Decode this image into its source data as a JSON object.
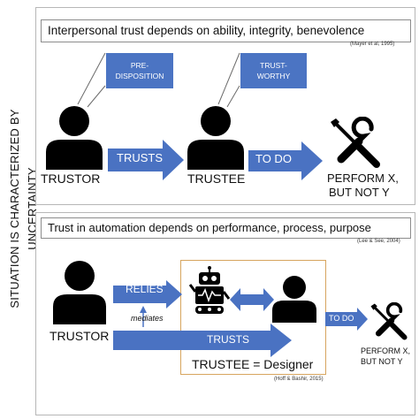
{
  "side_label": "SITUATION IS CHARACTERIZED BY UNCERTAINTY",
  "panel1": {
    "title": "Interpersonal trust depends on ability, integrity, benevolence",
    "citation": "(Mayer et al, 1995)",
    "predisposition": [
      "PRE-",
      "DISPOSITION"
    ],
    "trustworthy": [
      "TRUST-",
      "WORTHY"
    ],
    "trustor": "TRUSTOR",
    "trusts": "TRUSTS",
    "trustee": "TRUSTEE",
    "todo": "TO DO",
    "perform": [
      "PERFORM X,",
      "BUT NOT Y"
    ]
  },
  "panel2": {
    "title": "Trust in automation depends on performance, process, purpose",
    "citation": "(Lee & See, 2004)",
    "trustor": "TRUSTOR",
    "relies": "RELIES",
    "mediates": "mediates",
    "trusts": "TRUSTS",
    "trustee": "TRUSTEE = Designer",
    "citation2": "(Hoff & Bashir, 2015)",
    "todo": "TO DO",
    "perform": [
      "PERFORM X,",
      "BUT NOT Y"
    ]
  },
  "colors": {
    "arrow": "#4a72c2",
    "box": "#4b74c3",
    "frame": "#d7a55f"
  }
}
